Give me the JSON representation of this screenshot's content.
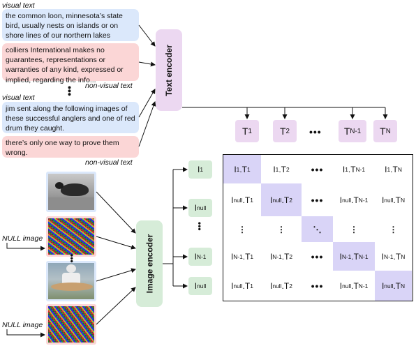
{
  "labels": {
    "visual_text_1": "visual text",
    "visual_text_2": "visual text",
    "non_visual_1": "non-visual text",
    "non_visual_2": "non-visual text",
    "null_image_1": "NULL image",
    "null_image_2": "NULL image"
  },
  "texts": [
    "the common loon, minnesota’s state bird, usually nests on islands or on shore lines of our northern lakes",
    "colliers International makes no guarantees, representations or warranties of any kind, expressed or implied, regarding the info...",
    "jim sent along the following images of these successful anglers and one of red drum they caught.",
    "there’s only one way to prove them wrong."
  ],
  "encoders": {
    "text": "Text encoder",
    "image": "Image encoder"
  },
  "text_tokens": [
    "T1",
    "T2",
    "...",
    "TN-1",
    "TN"
  ],
  "image_tokens": [
    "I1",
    "Inull",
    "...",
    "IN-1",
    "Inull"
  ],
  "matrix": {
    "rows": [
      [
        "I1.T1",
        "I1.T2",
        "...",
        "I1.TN-1",
        "I1.TN"
      ],
      [
        "Inull.T1",
        "Inull.T2",
        "...",
        "Inull.TN-1",
        "Inull.TN"
      ],
      [
        "⋮",
        "⋮",
        "⋱",
        "⋮",
        "⋮"
      ],
      [
        "IN-1.T1",
        "IN-1.T2",
        "...",
        "IN-1.TN-1",
        "IN-1.TN"
      ],
      [
        "Inull.T1",
        "Inull.T2",
        "...",
        "Inull.TN-1",
        "Inull.TN"
      ]
    ],
    "highlight_color": "#d9d4f7"
  },
  "colors": {
    "visual": "#dbe8fb",
    "non_visual": "#fbd6d6",
    "text_encoder": "#ecd8f1",
    "image_encoder": "#d6ecd8"
  }
}
